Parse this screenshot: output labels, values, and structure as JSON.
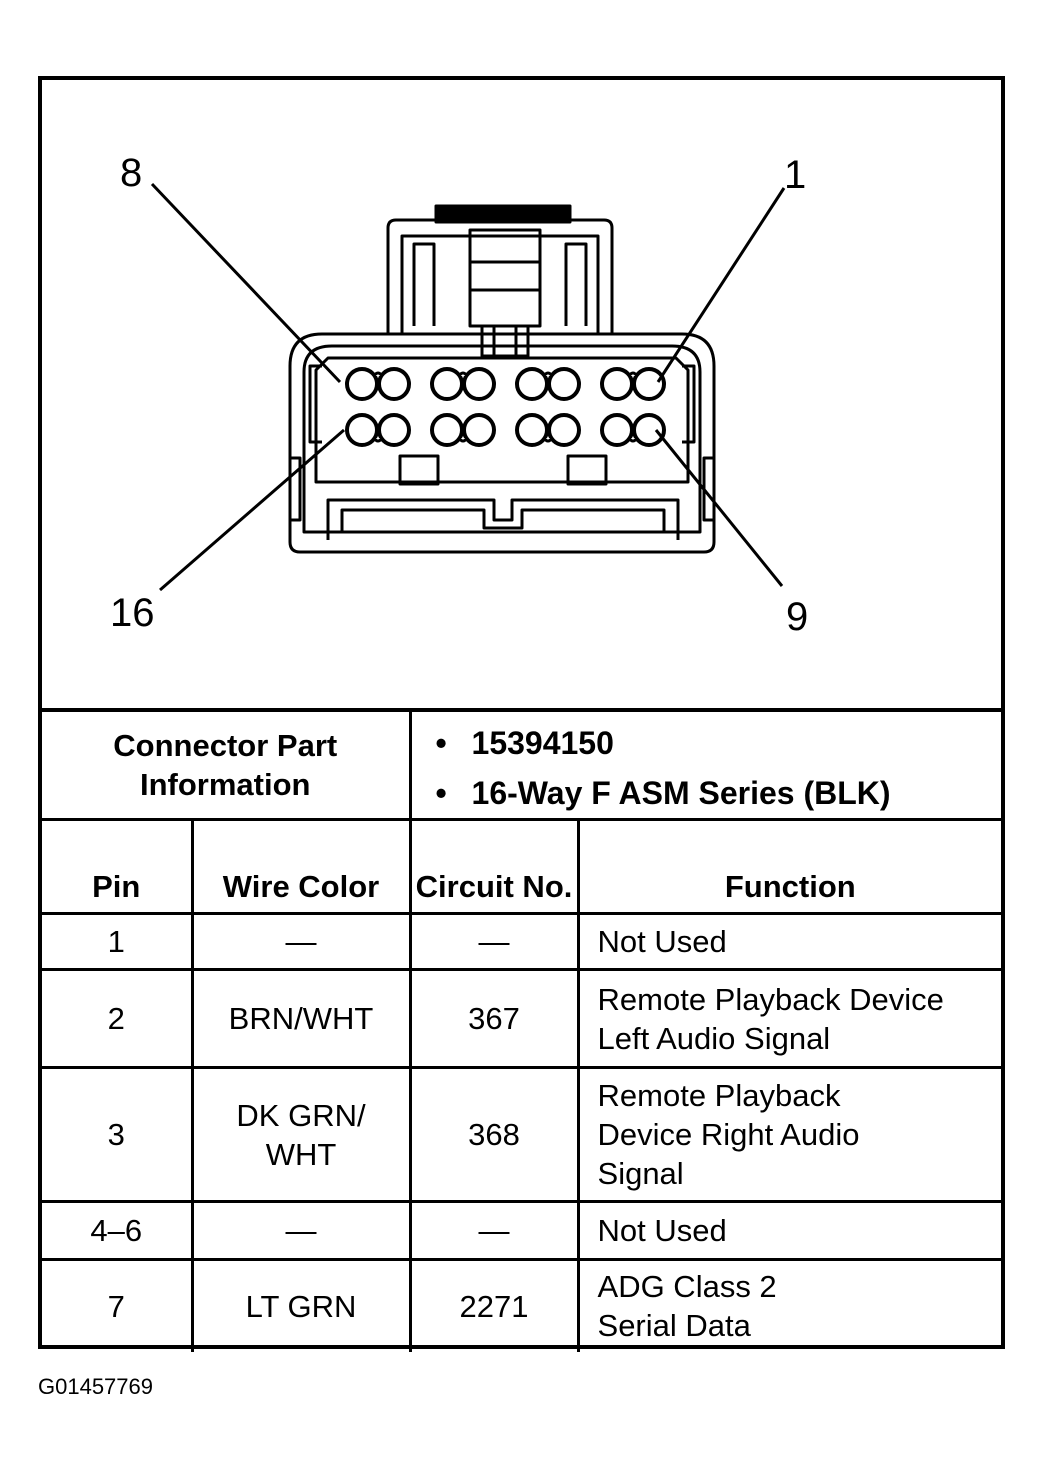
{
  "diagram": {
    "pin_labels": {
      "top_left": "8",
      "top_right": "1",
      "bottom_left": "16",
      "bottom_right": "9"
    }
  },
  "connector_info": {
    "label": "Connector Part Information",
    "items": [
      "15394150",
      "16-Way F ASM Series (BLK)"
    ]
  },
  "table": {
    "headers": {
      "pin": "Pin",
      "wire_color": "Wire Color",
      "circuit": "Circuit No.",
      "function": "Function"
    },
    "rows": [
      {
        "pin": "1",
        "wire_color": "—",
        "circuit": "—",
        "function": "Not Used"
      },
      {
        "pin": "2",
        "wire_color": "BRN/WHT",
        "circuit": "367",
        "function": "Remote Playback Device Left Audio Signal"
      },
      {
        "pin": "3",
        "wire_color": "DK GRN/ WHT",
        "circuit": "368",
        "function": "Remote Playback Device Right Audio Signal"
      },
      {
        "pin": "4–6",
        "wire_color": "—",
        "circuit": "—",
        "function": "Not Used"
      },
      {
        "pin": "7",
        "wire_color": "LT GRN",
        "circuit": "2271",
        "function": "ADG Class 2 Serial Data"
      }
    ]
  },
  "figure_id": "G01457769"
}
